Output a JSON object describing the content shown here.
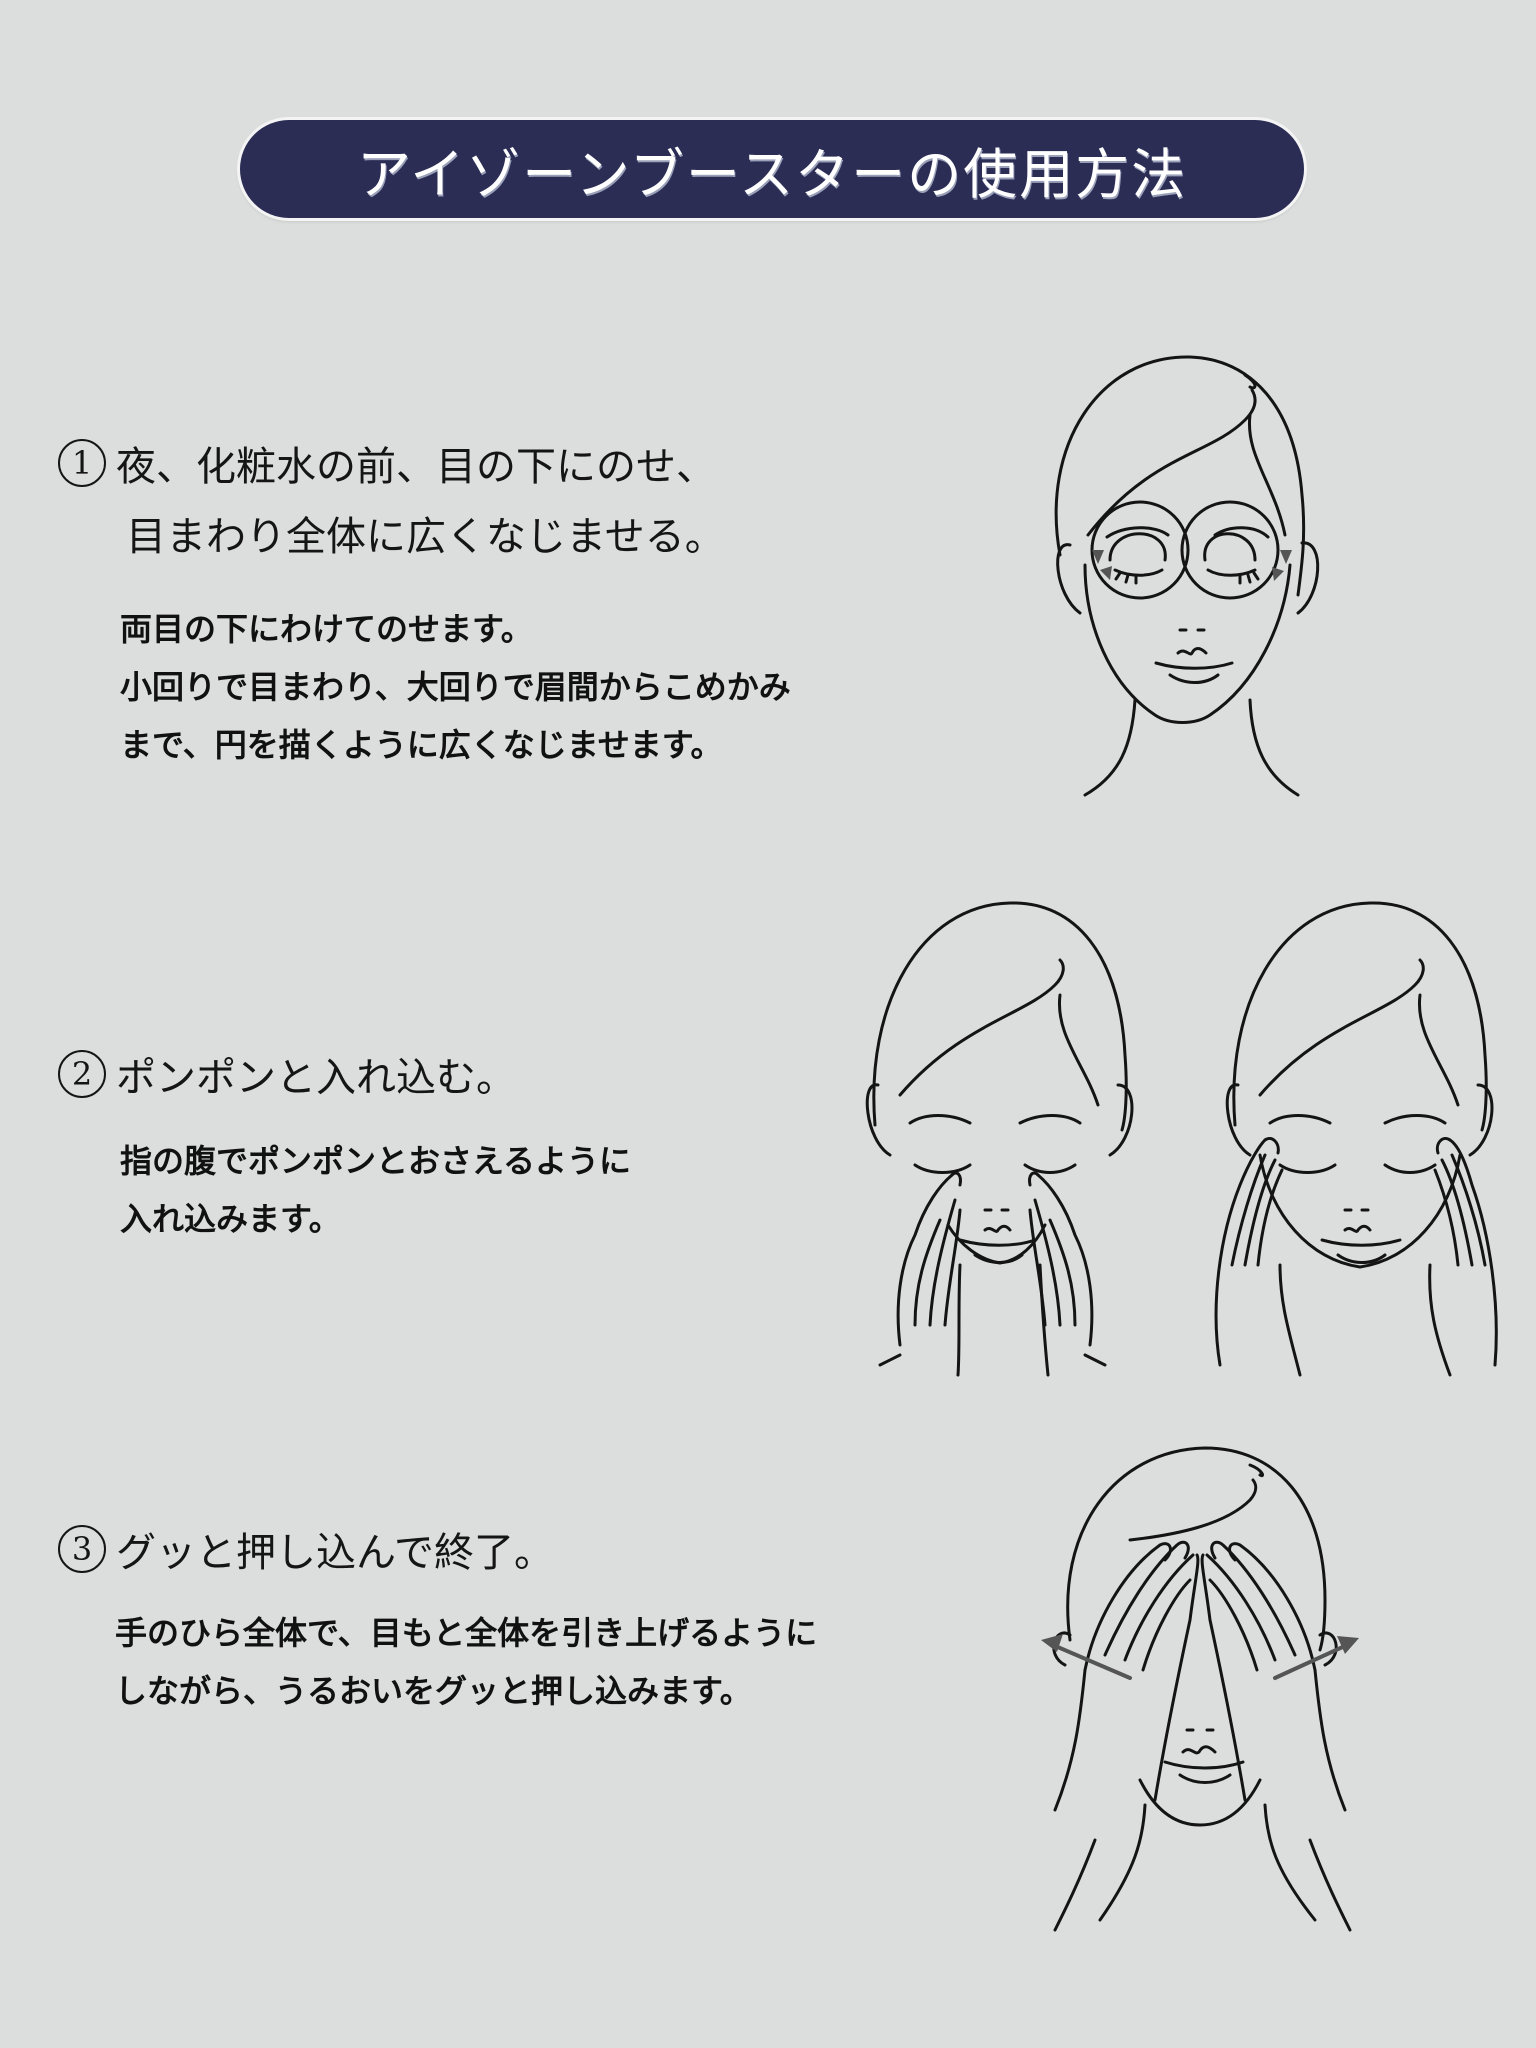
{
  "title": "アイゾーンブースターの使用方法",
  "colors": {
    "title_bg": "#2b2d55",
    "title_text": "#ffffff",
    "page_bg": "#dcdedd",
    "text": "#151515",
    "arrow": "#555555"
  },
  "steps": [
    {
      "number": "1",
      "heading_lines": [
        "夜、化粧水の前、目の下にのせ、",
        "目まわり全体に広くなじませる。"
      ],
      "body_lines": [
        "両目の下にわけてのせます。",
        "小回りで目まわり、大回りで眉間からこめかみ",
        "まで、円を描くように広くなじませます。"
      ],
      "illustration": "face-with-circular-arrows-around-eyes-icon"
    },
    {
      "number": "2",
      "heading_lines": [
        "ポンポンと入れ込む。"
      ],
      "body_lines": [
        "指の腹でポンポンとおさえるように",
        "入れ込みます。"
      ],
      "illustration": "two-faces-fingertips-patting-icon"
    },
    {
      "number": "3",
      "heading_lines": [
        "グッと押し込んで終了。"
      ],
      "body_lines": [
        "手のひら全体で、目もと全体を引き上げるように",
        "しながら、うるおいをグッと押し込みます。"
      ],
      "illustration": "face-palms-over-eyes-lift-arrows-icon"
    }
  ]
}
